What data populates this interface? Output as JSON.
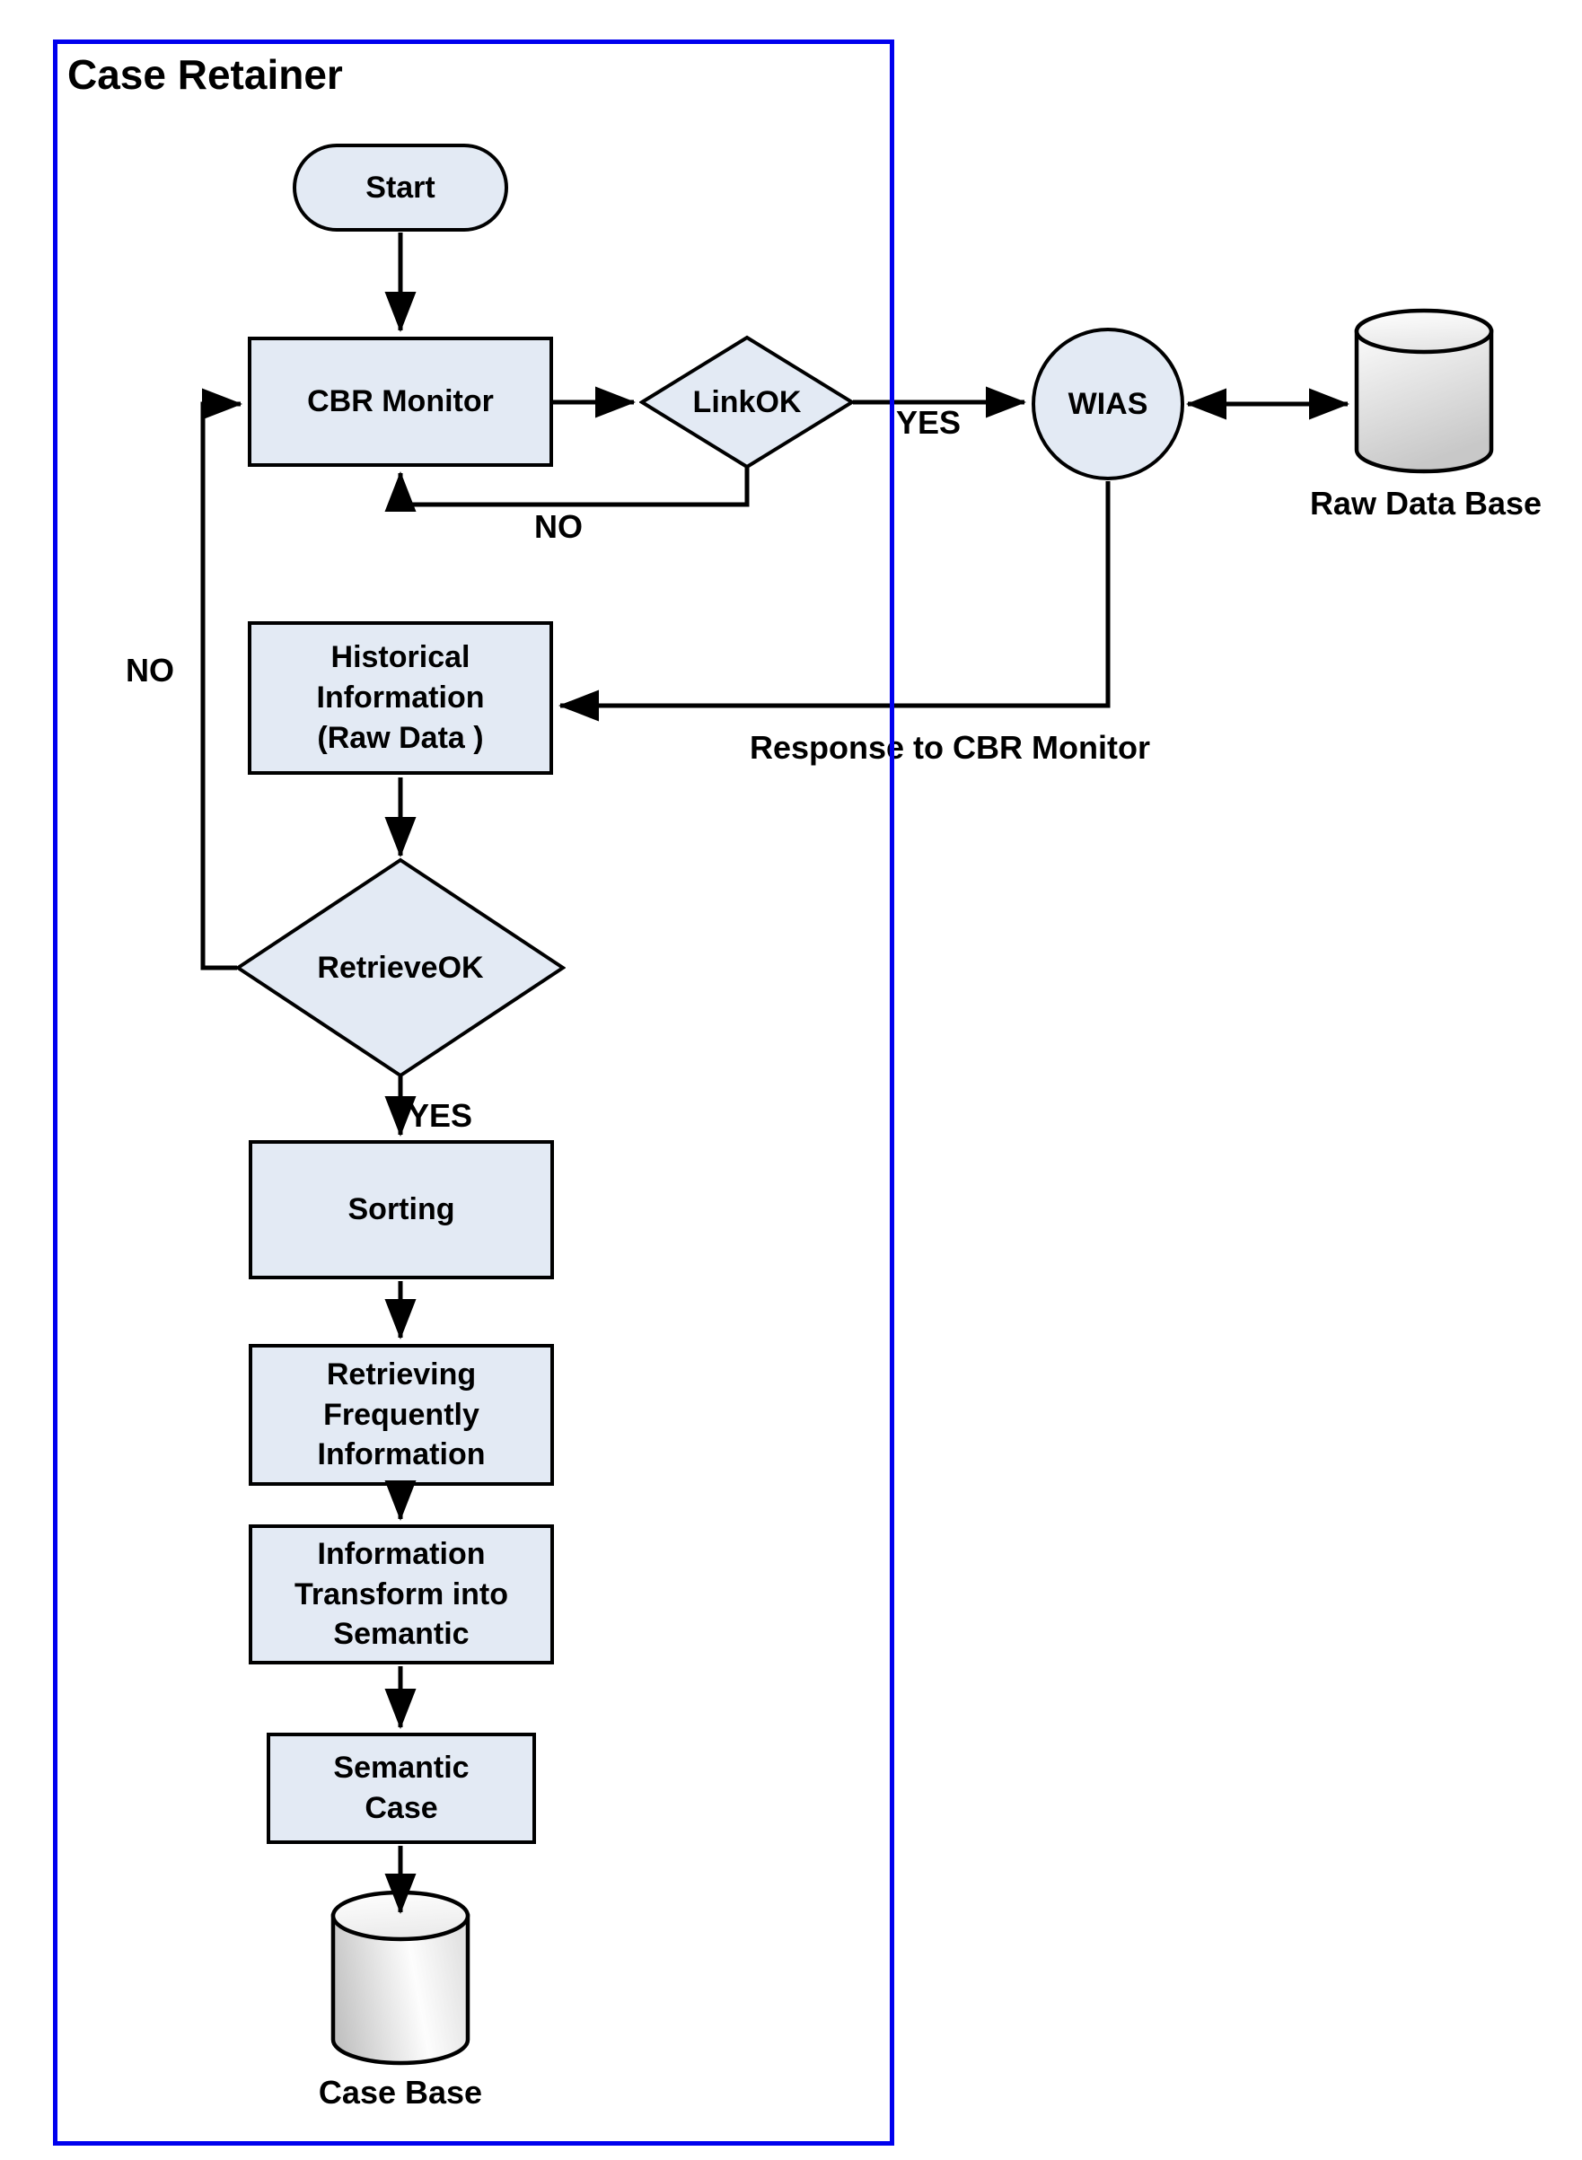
{
  "diagram": {
    "title": "Case Retainer",
    "nodes": {
      "start": {
        "label": "Start",
        "type": "terminator"
      },
      "cbr_monitor": {
        "label": "CBR Monitor",
        "type": "process"
      },
      "linkok": {
        "label": "LinkOK",
        "type": "decision"
      },
      "wias": {
        "label": "WIAS",
        "type": "connector"
      },
      "raw_data_base": {
        "label": "Raw Data Base",
        "type": "database"
      },
      "historical_information": {
        "label": "Historical\nInformation\n(Raw Data )",
        "type": "process"
      },
      "retrieveok": {
        "label": "RetrieveOK",
        "type": "decision"
      },
      "sorting": {
        "label": "Sorting",
        "type": "process"
      },
      "retrieving_frequently_information": {
        "label": "Retrieving\nFrequently\nInformation",
        "type": "process"
      },
      "information_transform_into_semantic": {
        "label": "Information\nTransform into\nSemantic",
        "type": "process"
      },
      "semantic_case": {
        "label": "Semantic\nCase",
        "type": "process"
      },
      "case_base": {
        "label": "Case Base",
        "type": "database"
      }
    },
    "edge_labels": {
      "linkok_yes": "YES",
      "linkok_no": "NO",
      "retrieveok_no": "NO",
      "retrieveok_yes": "YES",
      "wias_response": "Response to CBR Monitor"
    },
    "colors": {
      "node_fill": "#e3eaf4",
      "node_border": "#000000",
      "frame_border": "#0000ee",
      "connector": "#000000",
      "background": "#ffffff"
    }
  }
}
